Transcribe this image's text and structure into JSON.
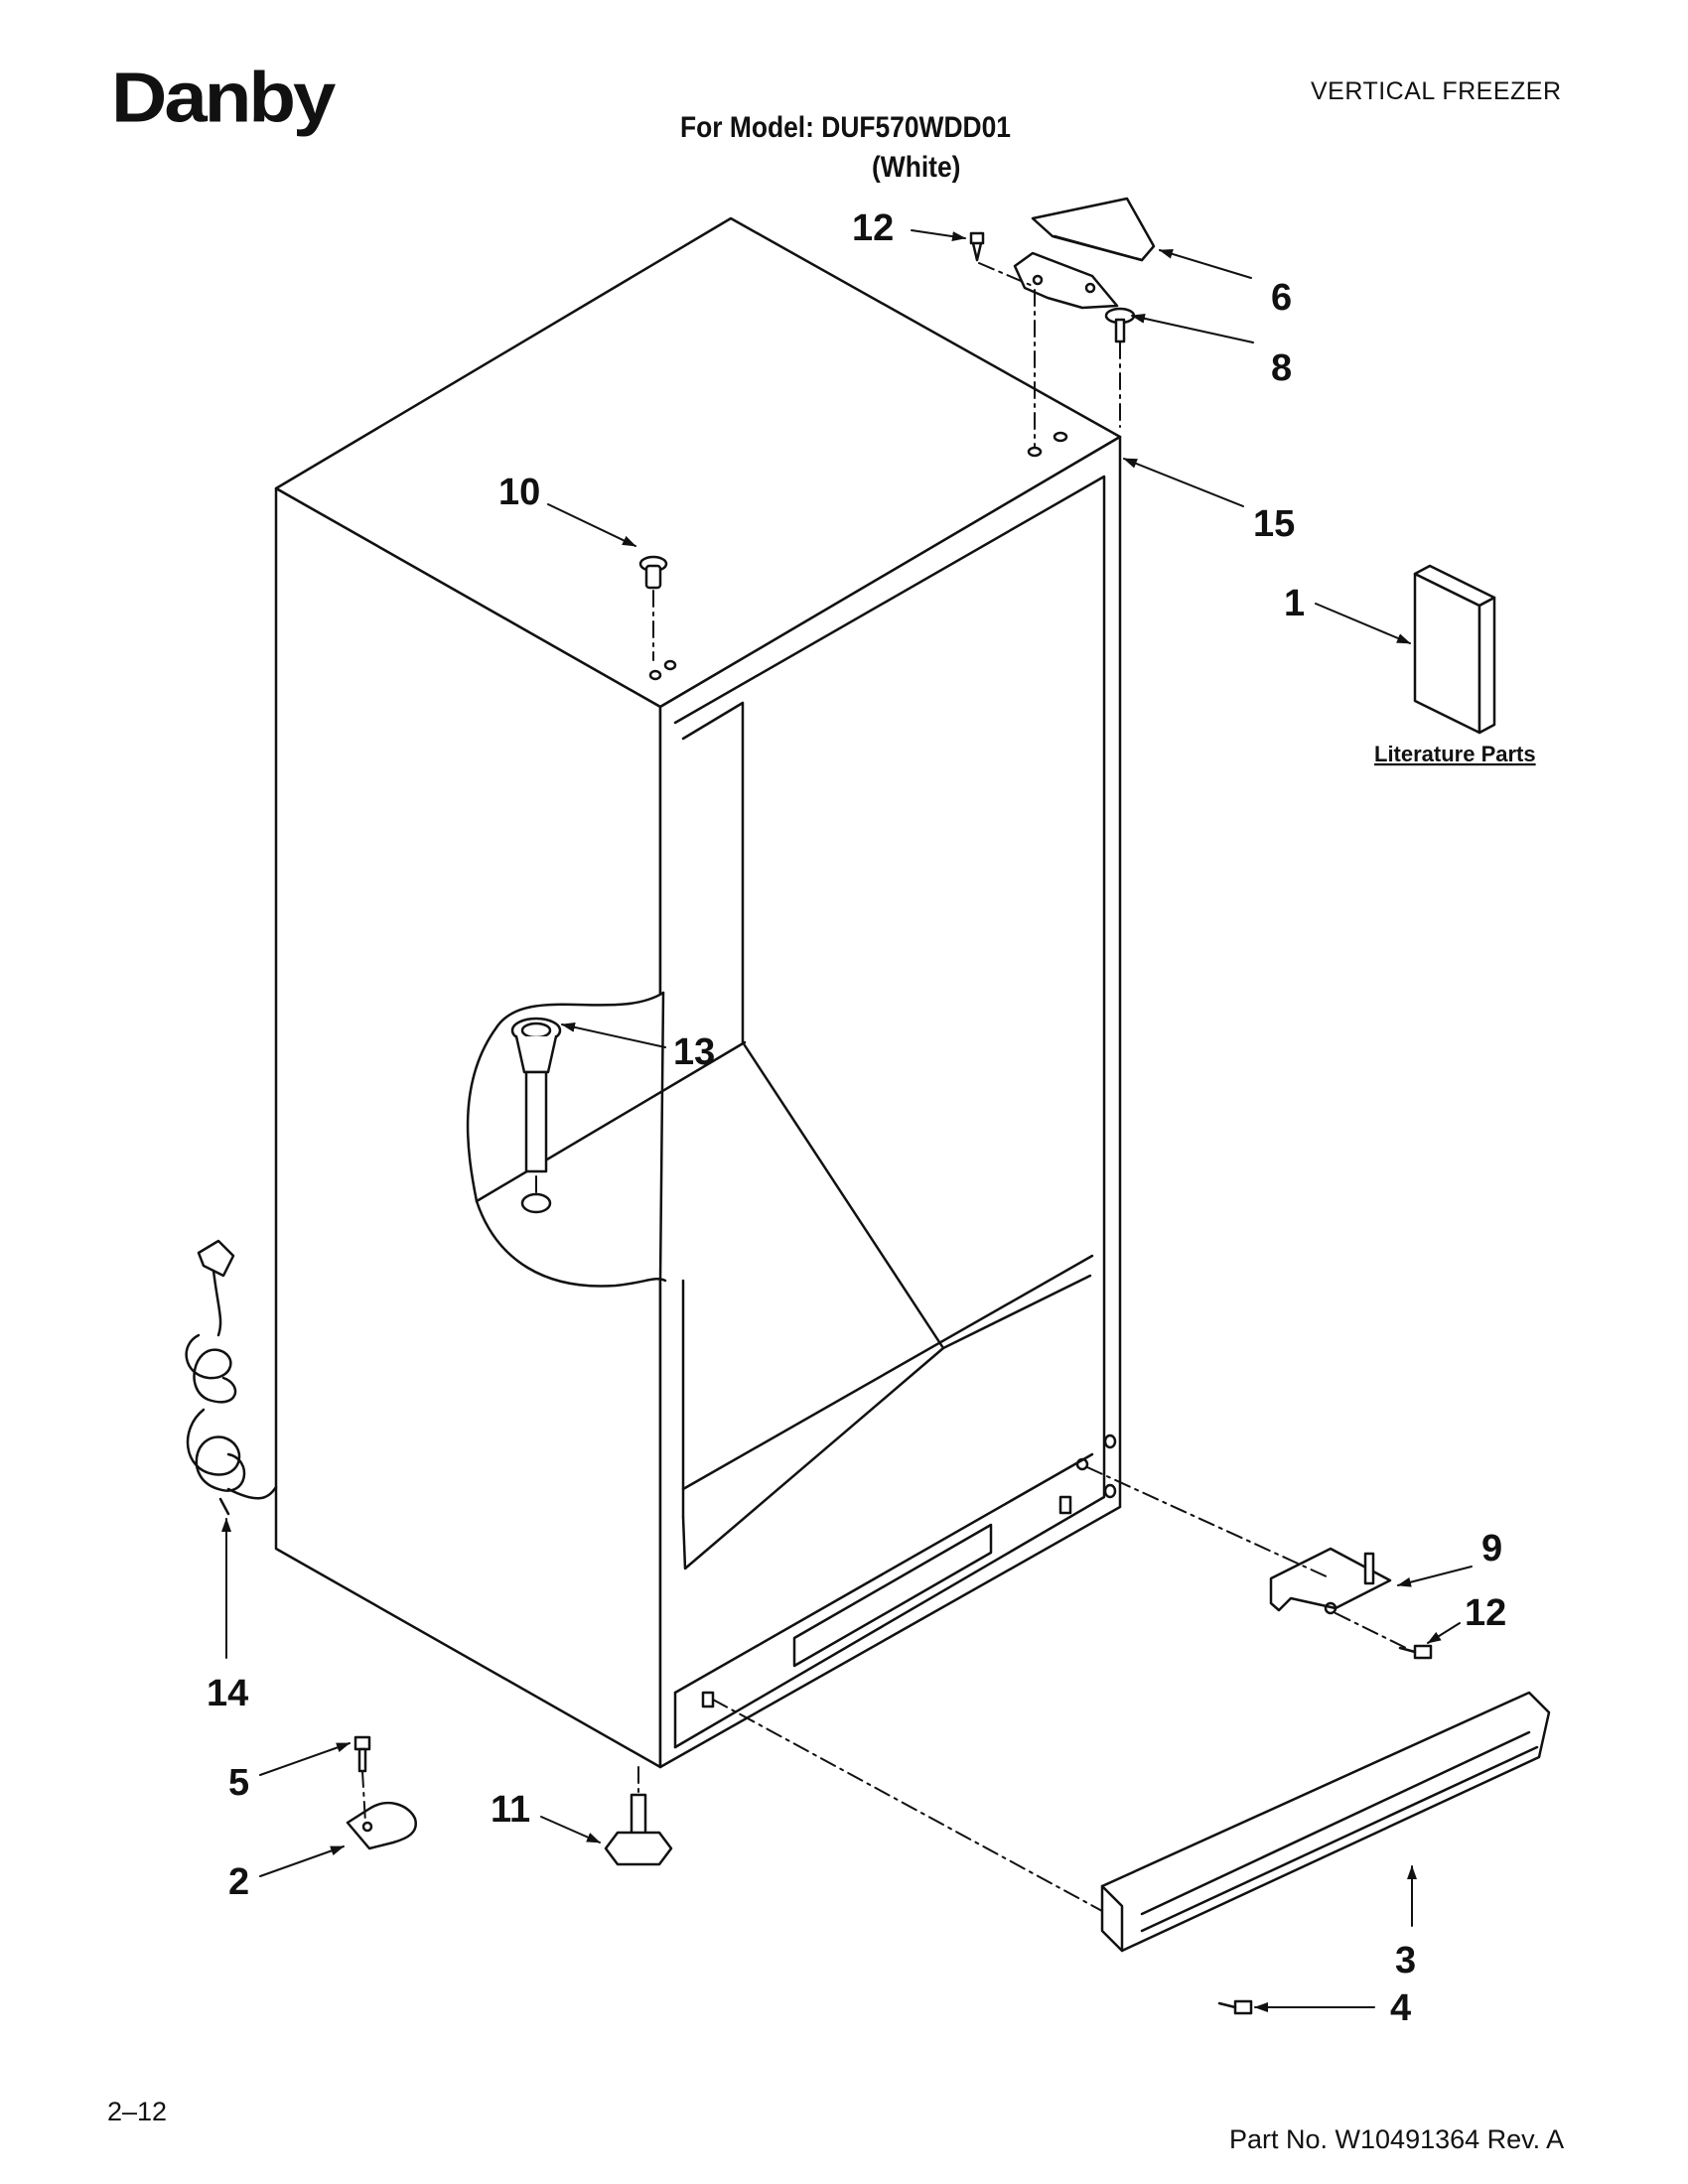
{
  "header": {
    "brand": "Danby",
    "document_type": "VERTICAL FREEZER",
    "model_line": "For Model: DUF570WDD01",
    "variant": "(White)"
  },
  "footer": {
    "page": "2–12",
    "part_number": "Part No. W10491364 Rev. A"
  },
  "literature": {
    "label": "Literature Parts"
  },
  "callouts": {
    "c1": "1",
    "c2": "2",
    "c3": "3",
    "c4": "4",
    "c5": "5",
    "c6": "6",
    "c8": "8",
    "c9": "9",
    "c10": "10",
    "c11": "11",
    "c12a": "12",
    "c12b": "12",
    "c13": "13",
    "c14": "14",
    "c15": "15"
  },
  "colors": {
    "line": "#111111",
    "background": "#ffffff"
  }
}
